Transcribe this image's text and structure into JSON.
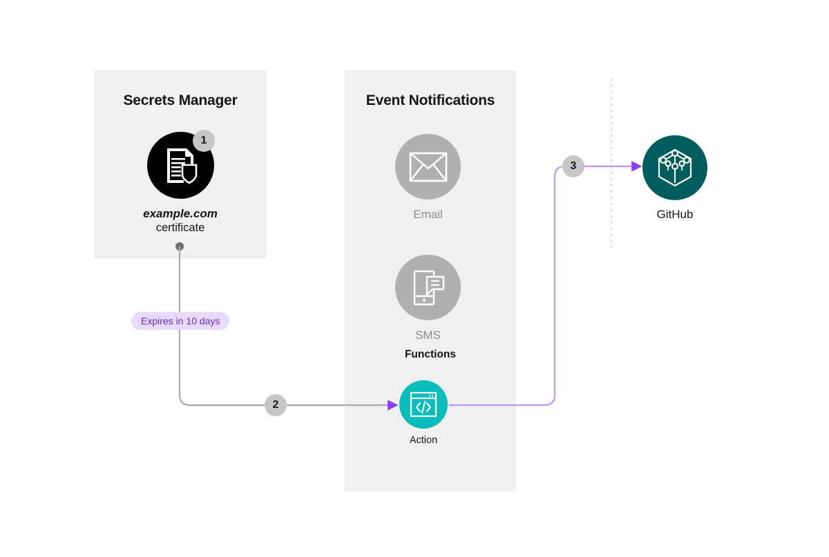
{
  "diagram": {
    "title_hidden": "",
    "panels": [
      {
        "id": "secrets-manager",
        "title": "Secrets Manager"
      },
      {
        "id": "event-notifications",
        "title": "Event Notifications"
      }
    ],
    "nodes": [
      {
        "id": "certificate",
        "icon": "certificate-document-shield-icon",
        "label_primary": "example.com",
        "label_secondary": "certificate",
        "circle_color": "#000000"
      },
      {
        "id": "email",
        "icon": "envelope-icon",
        "label": "Email",
        "circle_color": "#b0b0b0",
        "label_color": "#8d8d8d"
      },
      {
        "id": "sms",
        "icon": "phone-chat-icon",
        "label": "SMS",
        "circle_color": "#b0b0b0",
        "label_color": "#8d8d8d"
      },
      {
        "id": "action",
        "icon": "code-window-icon",
        "label": "Action",
        "circle_color": "#08bdba"
      },
      {
        "id": "github",
        "icon": "hexagon-nodes-icon",
        "label": "GitHub",
        "circle_color": "#005d5d"
      }
    ],
    "functions_caption": "Functions",
    "badge": {
      "label": "Expires in 10 days",
      "bg_color": "#e8daff",
      "text_color": "#6929c4"
    },
    "steps": [
      {
        "number": "1"
      },
      {
        "number": "2"
      },
      {
        "number": "3"
      }
    ],
    "colors": {
      "panel_bg": "#f0f0f0",
      "wire_gray": "#a8a8a8",
      "wire_purple": "#be95ff",
      "dotted_divider": "#e0e0e0",
      "teal_action": "#08bdba",
      "teal_github": "#005d5d"
    }
  }
}
